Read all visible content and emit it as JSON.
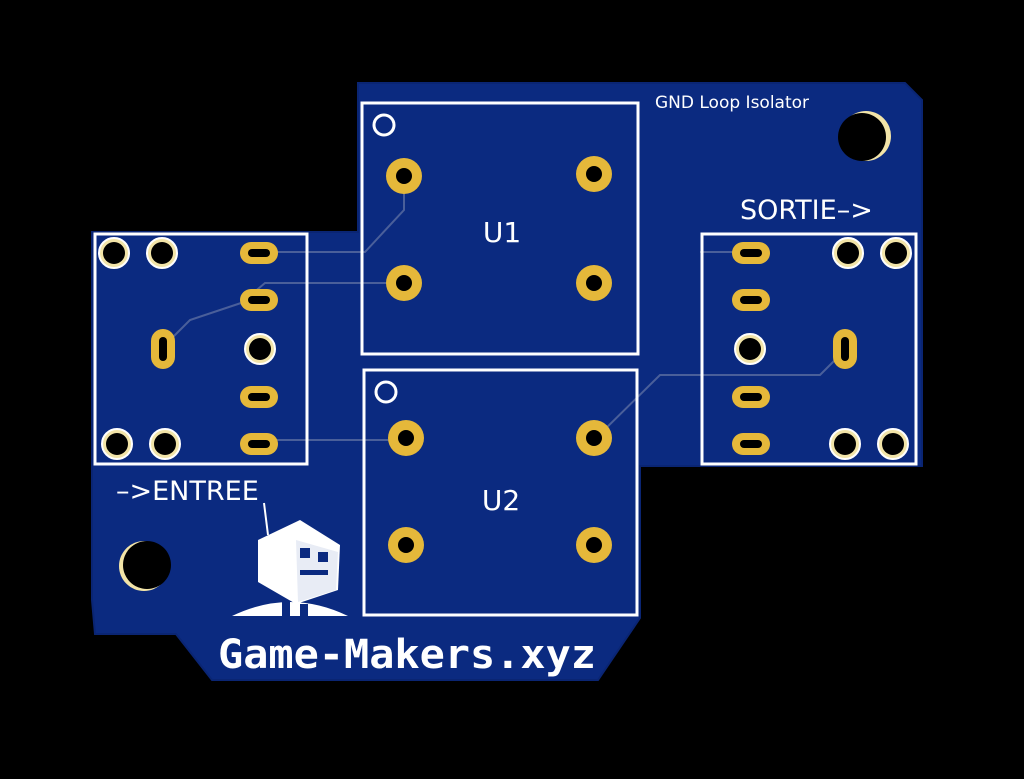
{
  "board": {
    "title": "GND Loop Isolator",
    "output_label": "SORTIE–>",
    "input_label": "–>ENTREE",
    "brand": "Game-Makers.xyz",
    "components": [
      {
        "ref": "U1"
      },
      {
        "ref": "U2"
      }
    ]
  },
  "colors": {
    "background": "#000000",
    "pcb": "#0b2a80",
    "pcb_edge": "#0a2573",
    "silkscreen": "#ffffff",
    "pad_gold": "#e5b83a",
    "trace": "#4a5f9a",
    "hole": "#000000"
  },
  "icons": {
    "mascot": "robot-mascot-icon",
    "mounting_holes": "mounting-hole-icon"
  }
}
